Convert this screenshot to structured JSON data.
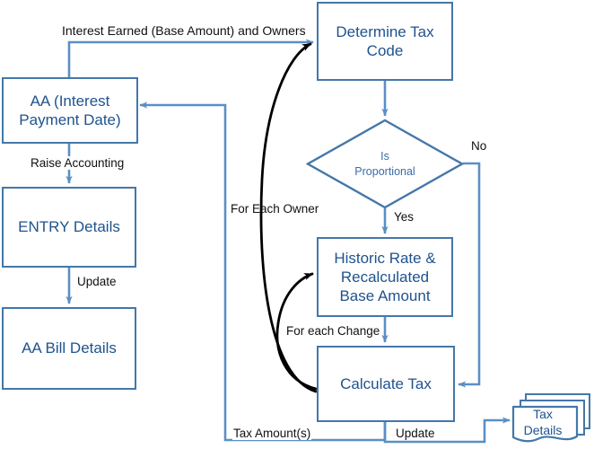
{
  "diagram": {
    "title": "Interest Tax Calculation Flow",
    "colors": {
      "shape_stroke": "#4477AA",
      "shape_text": "#20538D",
      "connector_blue": "#5B8FC4",
      "connector_black": "#000000",
      "background": "#FFFFFF"
    },
    "nodes": [
      {
        "id": "aa",
        "label": "AA (Interest\nPayment Date)",
        "shape": "process"
      },
      {
        "id": "entry",
        "label": "ENTRY Details",
        "shape": "process"
      },
      {
        "id": "bill",
        "label": "AA Bill Details",
        "shape": "process"
      },
      {
        "id": "determine",
        "label": "Determine Tax\nCode",
        "shape": "process"
      },
      {
        "id": "decision",
        "label": "Is\nProportional",
        "shape": "decision"
      },
      {
        "id": "historic",
        "label": "Historic Rate &\nRecalculated\nBase Amount",
        "shape": "process"
      },
      {
        "id": "calc",
        "label": "Calculate Tax",
        "shape": "process"
      },
      {
        "id": "taxdoc",
        "label": "Tax\nDetails",
        "shape": "multidocument"
      }
    ],
    "edge_labels": {
      "interest_earned": "Interest Earned (Base Amount) and Owners",
      "raise_accounting": "Raise Accounting",
      "update_left": "Update",
      "for_each_owner": "For Each Owner",
      "no": "No",
      "yes": "Yes",
      "for_each_change": "For each Change",
      "tax_amounts": "Tax Amount(s)",
      "update_bottom": "Update"
    }
  }
}
